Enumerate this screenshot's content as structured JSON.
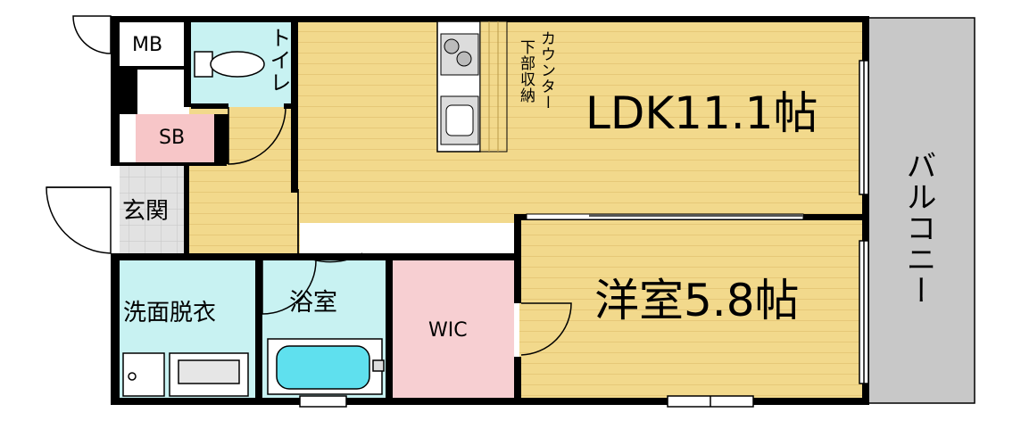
{
  "floor_plan": {
    "rooms": {
      "ldk": {
        "label": "LDK11.1帖"
      },
      "western": {
        "label": "洋室5.8帖"
      },
      "toilet": {
        "label": "トイレ"
      },
      "meter_box": {
        "label": "MB"
      },
      "shoe_box": {
        "label": "SB"
      },
      "entrance": {
        "label": "玄関"
      },
      "washroom": {
        "label": "洗面脱衣"
      },
      "bathroom": {
        "label": "浴室"
      },
      "closet": {
        "label": "WIC"
      },
      "balcony": {
        "label": "バルコニー"
      }
    },
    "counter_note": [
      "カウンター",
      "下部収納"
    ],
    "colors": {
      "wood_floor": "#F2D98C",
      "wood_line": "#E6C878",
      "wet_area": "#C8F2F2",
      "shoe_box": "#F7C6C8",
      "closet": "#F7CFD2",
      "tile": "#D8D8D8",
      "balcony": "#C8C8C8",
      "wall": "#000000"
    }
  }
}
